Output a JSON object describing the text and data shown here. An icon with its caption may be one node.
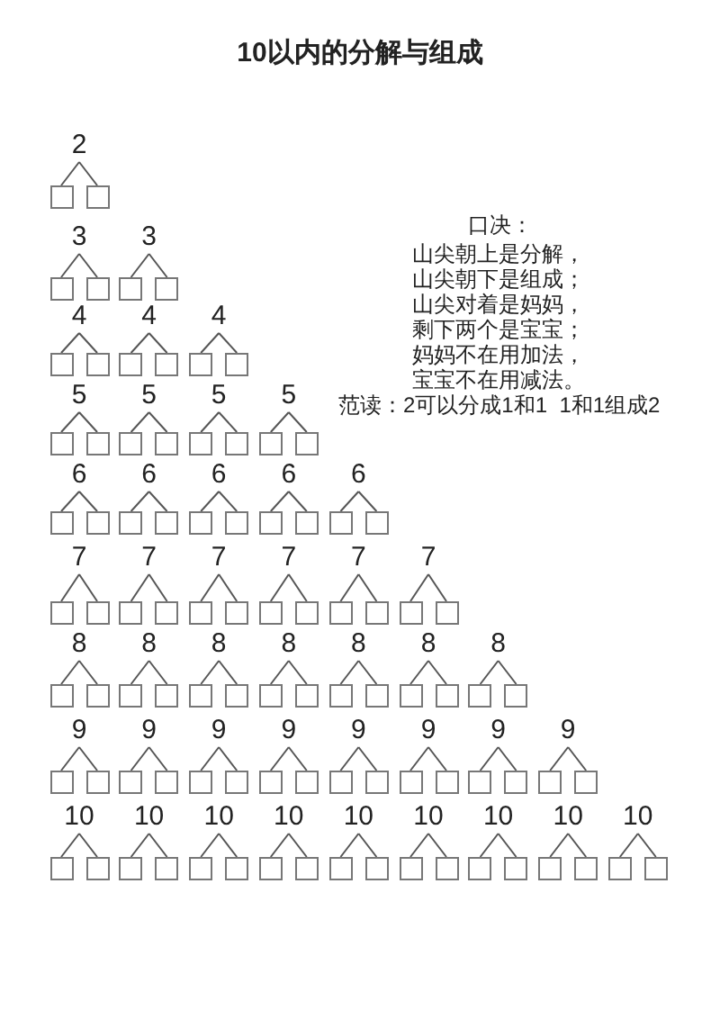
{
  "diagram": {
    "title": "10以内的分解与组成",
    "nodes": [
      {
        "text": [
          "2"
        ]
      },
      {
        "text": [],
        "shape": "box"
      },
      {
        "text": [],
        "shape": "box"
      },
      {
        "text": [
          "3"
        ]
      },
      {
        "text": [],
        "shape": "box"
      },
      {
        "text": [],
        "shape": "box"
      },
      {
        "text": [
          "3"
        ]
      },
      {
        "text": [],
        "shape": "box"
      },
      {
        "text": [],
        "shape": "box"
      },
      {
        "text": [
          "4"
        ]
      },
      {
        "text": [],
        "shape": "box"
      },
      {
        "text": [],
        "shape": "box"
      },
      {
        "text": [
          "4"
        ]
      },
      {
        "text": [],
        "shape": "box"
      },
      {
        "text": [],
        "shape": "box"
      },
      {
        "text": [
          "4"
        ]
      },
      {
        "text": [],
        "shape": "box"
      },
      {
        "text": [],
        "shape": "box"
      },
      {
        "text": [
          "5"
        ]
      },
      {
        "text": [],
        "shape": "box"
      },
      {
        "text": [],
        "shape": "box"
      },
      {
        "text": [
          "5"
        ]
      },
      {
        "text": [],
        "shape": "box"
      },
      {
        "text": [],
        "shape": "box"
      },
      {
        "text": [
          "5"
        ]
      },
      {
        "text": [],
        "shape": "box"
      },
      {
        "text": [],
        "shape": "box"
      },
      {
        "text": [
          "5"
        ]
      },
      {
        "text": [],
        "shape": "box"
      },
      {
        "text": [],
        "shape": "box"
      },
      {
        "text": [
          "6"
        ]
      },
      {
        "text": [],
        "shape": "box"
      },
      {
        "text": [],
        "shape": "box"
      },
      {
        "text": [
          "6"
        ]
      },
      {
        "text": [],
        "shape": "box"
      },
      {
        "text": [],
        "shape": "box"
      },
      {
        "text": [
          "6"
        ]
      },
      {
        "text": [],
        "shape": "box"
      },
      {
        "text": [],
        "shape": "box"
      },
      {
        "text": [
          "6"
        ]
      },
      {
        "text": [],
        "shape": "box"
      },
      {
        "text": [],
        "shape": "box"
      },
      {
        "text": [
          "6"
        ]
      },
      {
        "text": [],
        "shape": "box"
      },
      {
        "text": [],
        "shape": "box"
      },
      {
        "text": [
          "7"
        ]
      },
      {
        "text": [],
        "shape": "box"
      },
      {
        "text": [],
        "shape": "box"
      },
      {
        "text": [
          "7"
        ]
      },
      {
        "text": [],
        "shape": "box"
      },
      {
        "text": [],
        "shape": "box"
      },
      {
        "text": [
          "7"
        ]
      },
      {
        "text": [],
        "shape": "box"
      },
      {
        "text": [],
        "shape": "box"
      },
      {
        "text": [
          "7"
        ]
      },
      {
        "text": [],
        "shape": "box"
      },
      {
        "text": [],
        "shape": "box"
      },
      {
        "text": [
          "7"
        ]
      },
      {
        "text": [],
        "shape": "box"
      },
      {
        "text": [],
        "shape": "box"
      },
      {
        "text": [
          "7"
        ]
      },
      {
        "text": [],
        "shape": "box"
      },
      {
        "text": [],
        "shape": "box"
      },
      {
        "text": [
          "8"
        ]
      },
      {
        "text": [],
        "shape": "box"
      },
      {
        "text": [],
        "shape": "box"
      },
      {
        "text": [
          "8"
        ]
      },
      {
        "text": [],
        "shape": "box"
      },
      {
        "text": [],
        "shape": "box"
      },
      {
        "text": [
          "8"
        ]
      },
      {
        "text": [],
        "shape": "box"
      },
      {
        "text": [],
        "shape": "box"
      },
      {
        "text": [
          "8"
        ]
      },
      {
        "text": [],
        "shape": "box"
      },
      {
        "text": [],
        "shape": "box"
      },
      {
        "text": [
          "8"
        ]
      },
      {
        "text": [],
        "shape": "box"
      },
      {
        "text": [],
        "shape": "box"
      },
      {
        "text": [
          "8"
        ]
      },
      {
        "text": [],
        "shape": "box"
      },
      {
        "text": [],
        "shape": "box"
      },
      {
        "text": [
          "8"
        ]
      },
      {
        "text": [],
        "shape": "box"
      },
      {
        "text": [],
        "shape": "box"
      },
      {
        "text": [
          "9"
        ]
      },
      {
        "text": [],
        "shape": "box"
      },
      {
        "text": [],
        "shape": "box"
      },
      {
        "text": [
          "9"
        ]
      },
      {
        "text": [],
        "shape": "box"
      },
      {
        "text": [],
        "shape": "box"
      },
      {
        "text": [
          "9"
        ]
      },
      {
        "text": [],
        "shape": "box"
      },
      {
        "text": [],
        "shape": "box"
      },
      {
        "text": [
          "9"
        ]
      },
      {
        "text": [],
        "shape": "box"
      },
      {
        "text": [],
        "shape": "box"
      },
      {
        "text": [
          "9"
        ]
      },
      {
        "text": [],
        "shape": "box"
      },
      {
        "text": [],
        "shape": "box"
      },
      {
        "text": [
          "9"
        ]
      },
      {
        "text": [],
        "shape": "box"
      },
      {
        "text": [],
        "shape": "box"
      },
      {
        "text": [
          "9"
        ]
      },
      {
        "text": [],
        "shape": "box"
      },
      {
        "text": [],
        "shape": "box"
      },
      {
        "text": [
          "9"
        ]
      },
      {
        "text": [],
        "shape": "box"
      },
      {
        "text": [],
        "shape": "box"
      },
      {
        "text": [
          "10"
        ]
      },
      {
        "text": [],
        "shape": "box"
      },
      {
        "text": [],
        "shape": "box"
      },
      {
        "text": [
          "10"
        ]
      },
      {
        "text": [],
        "shape": "box"
      },
      {
        "text": [],
        "shape": "box"
      },
      {
        "text": [
          "10"
        ]
      },
      {
        "text": [],
        "shape": "box"
      },
      {
        "text": [],
        "shape": "box"
      },
      {
        "text": [
          "10"
        ]
      },
      {
        "text": [],
        "shape": "box"
      },
      {
        "text": [],
        "shape": "box"
      },
      {
        "text": [
          "10"
        ]
      },
      {
        "text": [],
        "shape": "box"
      },
      {
        "text": [],
        "shape": "box"
      },
      {
        "text": [
          "10"
        ]
      },
      {
        "text": [],
        "shape": "box"
      },
      {
        "text": [],
        "shape": "box"
      },
      {
        "text": [
          "10"
        ]
      },
      {
        "text": [],
        "shape": "box"
      },
      {
        "text": [],
        "shape": "box"
      },
      {
        "text": [
          "10"
        ]
      },
      {
        "text": [],
        "shape": "box"
      },
      {
        "text": [],
        "shape": "box"
      },
      {
        "text": [
          "10"
        ]
      },
      {
        "text": [],
        "shape": "box"
      },
      {
        "text": [],
        "shape": "box"
      }
    ],
    "edges": [
      {
        "from": 0,
        "to": 1,
        "arrow": "none"
      },
      {
        "from": 0,
        "to": 2,
        "arrow": "none"
      },
      {
        "from": 3,
        "to": 4,
        "arrow": "none"
      },
      {
        "from": 3,
        "to": 5,
        "arrow": "none"
      },
      {
        "from": 6,
        "to": 7,
        "arrow": "none"
      },
      {
        "from": 6,
        "to": 8,
        "arrow": "none"
      },
      {
        "from": 9,
        "to": 10,
        "arrow": "none"
      },
      {
        "from": 9,
        "to": 11,
        "arrow": "none"
      },
      {
        "from": 12,
        "to": 13,
        "arrow": "none"
      },
      {
        "from": 12,
        "to": 14,
        "arrow": "none"
      },
      {
        "from": 15,
        "to": 16,
        "arrow": "none"
      },
      {
        "from": 15,
        "to": 17,
        "arrow": "none"
      },
      {
        "from": 18,
        "to": 19,
        "arrow": "none"
      },
      {
        "from": 18,
        "to": 20,
        "arrow": "none"
      },
      {
        "from": 21,
        "to": 22,
        "arrow": "none"
      },
      {
        "from": 21,
        "to": 23,
        "arrow": "none"
      },
      {
        "from": 24,
        "to": 25,
        "arrow": "none"
      },
      {
        "from": 24,
        "to": 26,
        "arrow": "none"
      },
      {
        "from": 27,
        "to": 28,
        "arrow": "none"
      },
      {
        "from": 27,
        "to": 29,
        "arrow": "none"
      },
      {
        "from": 30,
        "to": 31,
        "arrow": "none"
      },
      {
        "from": 30,
        "to": 32,
        "arrow": "none"
      },
      {
        "from": 33,
        "to": 34,
        "arrow": "none"
      },
      {
        "from": 33,
        "to": 35,
        "arrow": "none"
      },
      {
        "from": 36,
        "to": 37,
        "arrow": "none"
      },
      {
        "from": 36,
        "to": 38,
        "arrow": "none"
      },
      {
        "from": 39,
        "to": 40,
        "arrow": "none"
      },
      {
        "from": 39,
        "to": 41,
        "arrow": "none"
      },
      {
        "from": 42,
        "to": 43,
        "arrow": "none"
      },
      {
        "from": 42,
        "to": 44,
        "arrow": "none"
      },
      {
        "from": 45,
        "to": 46,
        "arrow": "none"
      },
      {
        "from": 45,
        "to": 47,
        "arrow": "none"
      },
      {
        "from": 48,
        "to": 49,
        "arrow": "none"
      },
      {
        "from": 48,
        "to": 50,
        "arrow": "none"
      },
      {
        "from": 51,
        "to": 52,
        "arrow": "none"
      },
      {
        "from": 51,
        "to": 53,
        "arrow": "none"
      },
      {
        "from": 54,
        "to": 55,
        "arrow": "none"
      },
      {
        "from": 54,
        "to": 56,
        "arrow": "none"
      },
      {
        "from": 57,
        "to": 58,
        "arrow": "none"
      },
      {
        "from": 57,
        "to": 59,
        "arrow": "none"
      },
      {
        "from": 60,
        "to": 61,
        "arrow": "none"
      },
      {
        "from": 60,
        "to": 62,
        "arrow": "none"
      },
      {
        "from": 63,
        "to": 64,
        "arrow": "none"
      },
      {
        "from": 63,
        "to": 65,
        "arrow": "none"
      },
      {
        "from": 66,
        "to": 67,
        "arrow": "none"
      },
      {
        "from": 66,
        "to": 68,
        "arrow": "none"
      },
      {
        "from": 69,
        "to": 70,
        "arrow": "none"
      },
      {
        "from": 69,
        "to": 71,
        "arrow": "none"
      },
      {
        "from": 72,
        "to": 73,
        "arrow": "none"
      },
      {
        "from": 72,
        "to": 74,
        "arrow": "none"
      },
      {
        "from": 75,
        "to": 76,
        "arrow": "none"
      },
      {
        "from": 75,
        "to": 77,
        "arrow": "none"
      },
      {
        "from": 78,
        "to": 79,
        "arrow": "none"
      },
      {
        "from": 78,
        "to": 80,
        "arrow": "none"
      },
      {
        "from": 81,
        "to": 82,
        "arrow": "none"
      },
      {
        "from": 81,
        "to": 83,
        "arrow": "none"
      },
      {
        "from": 84,
        "to": 85,
        "arrow": "none"
      },
      {
        "from": 84,
        "to": 86,
        "arrow": "none"
      },
      {
        "from": 87,
        "to": 88,
        "arrow": "none"
      },
      {
        "from": 87,
        "to": 89,
        "arrow": "none"
      },
      {
        "from": 90,
        "to": 91,
        "arrow": "none"
      },
      {
        "from": 90,
        "to": 92,
        "arrow": "none"
      },
      {
        "from": 93,
        "to": 94,
        "arrow": "none"
      },
      {
        "from": 93,
        "to": 95,
        "arrow": "none"
      },
      {
        "from": 96,
        "to": 97,
        "arrow": "none"
      },
      {
        "from": 96,
        "to": 98,
        "arrow": "none"
      },
      {
        "from": 99,
        "to": 100,
        "arrow": "none"
      },
      {
        "from": 99,
        "to": 101,
        "arrow": "none"
      },
      {
        "from": 102,
        "to": 103,
        "arrow": "none"
      },
      {
        "from": 102,
        "to": 104,
        "arrow": "none"
      },
      {
        "from": 105,
        "to": 106,
        "arrow": "none"
      },
      {
        "from": 105,
        "to": 107,
        "arrow": "none"
      },
      {
        "from": 108,
        "to": 109,
        "arrow": "none"
      },
      {
        "from": 108,
        "to": 110,
        "arrow": "none"
      },
      {
        "from": 111,
        "to": 112,
        "arrow": "none"
      },
      {
        "from": 111,
        "to": 113,
        "arrow": "none"
      },
      {
        "from": 114,
        "to": 115,
        "arrow": "none"
      },
      {
        "from": 114,
        "to": 116,
        "arrow": "none"
      },
      {
        "from": 117,
        "to": 118,
        "arrow": "none"
      },
      {
        "from": 117,
        "to": 119,
        "arrow": "none"
      },
      {
        "from": 120,
        "to": 121,
        "arrow": "none"
      },
      {
        "from": 120,
        "to": 122,
        "arrow": "none"
      },
      {
        "from": 123,
        "to": 124,
        "arrow": "none"
      },
      {
        "from": 123,
        "to": 125,
        "arrow": "none"
      },
      {
        "from": 126,
        "to": 127,
        "arrow": "none"
      },
      {
        "from": 126,
        "to": 128,
        "arrow": "none"
      },
      {
        "from": 129,
        "to": 130,
        "arrow": "none"
      },
      {
        "from": 129,
        "to": 131,
        "arrow": "none"
      },
      {
        "from": 132,
        "to": 133,
        "arrow": "none"
      },
      {
        "from": 132,
        "to": 134,
        "arrow": "none"
      }
    ],
    "labels": [
      "口决：",
      "山尖朝上是分解，",
      "山尖朝下是组成；",
      "山尖对着是妈妈，",
      "剩下两个是宝宝；",
      "妈妈不在用加法，",
      "宝宝不在用减法。",
      "范读：2可以分成1和1  1和1组成2"
    ]
  }
}
